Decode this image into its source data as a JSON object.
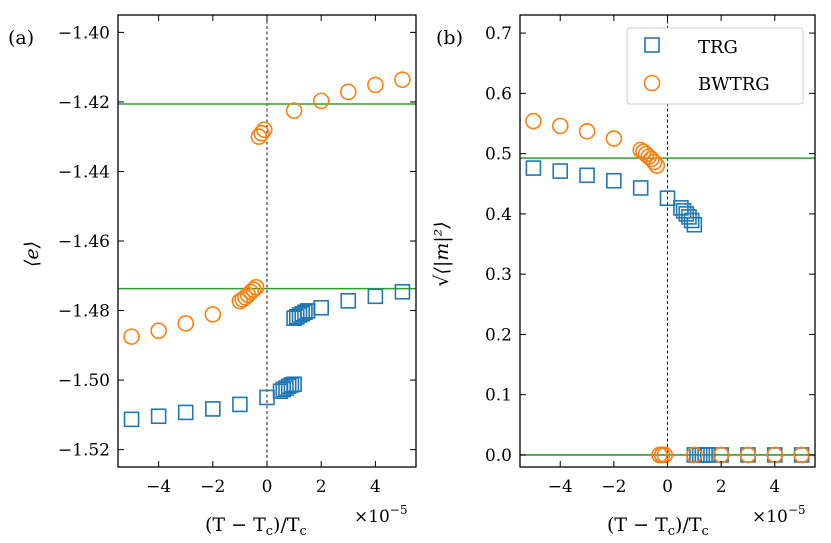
{
  "colors": {
    "trg": "#1f77b4",
    "bwtrg": "#ff7f0e",
    "hline": "#2ca02c",
    "frame": "#000000"
  },
  "legend": {
    "trg_label": "TRG",
    "bwtrg_label": "BWTRG",
    "trg_marker": "square-icon",
    "bwtrg_marker": "circle-icon"
  },
  "chart_data": [
    {
      "panel_label": "(a)",
      "type": "scatter",
      "xlabel": "(T − T_c)/T_c",
      "xlabel_display": "(T − T",
      "xlabel_sub": "c",
      "xlabel_tail": ")/T",
      "xlabel_tail_sub": "c",
      "x_multiplier": "×10",
      "x_multiplier_exp": "−5",
      "ylabel": "⟨e⟩",
      "xlim": [
        -5.5,
        5.5
      ],
      "ylim": [
        -1.525,
        -1.395
      ],
      "xticks": [
        -4,
        -2,
        0,
        2,
        4
      ],
      "xtick_labels": [
        "−4",
        "−2",
        "0",
        "2",
        "4"
      ],
      "yticks": [
        -1.4,
        -1.42,
        -1.44,
        -1.46,
        -1.48,
        -1.5,
        -1.52
      ],
      "ytick_labels": [
        "−1.40",
        "−1.42",
        "−1.44",
        "−1.46",
        "−1.48",
        "−1.50",
        "−1.52"
      ],
      "vline_x": 0,
      "hlines": [
        -1.4206,
        -1.4737
      ],
      "series": [
        {
          "name": "TRG",
          "marker": "square",
          "x": [
            -5,
            -4,
            -3,
            -2,
            -1,
            0,
            0.5,
            0.6,
            0.7,
            0.8,
            0.9,
            1.0,
            1.0,
            1.1,
            1.2,
            1.3,
            1.4,
            1.5,
            2,
            3,
            4,
            5
          ],
          "y": [
            -1.5113,
            -1.5104,
            -1.5093,
            -1.5083,
            -1.507,
            -1.505,
            -1.5032,
            -1.5027,
            -1.5023,
            -1.5018,
            -1.5014,
            -1.5012,
            -1.4822,
            -1.4818,
            -1.4813,
            -1.4809,
            -1.4805,
            -1.4801,
            -1.4792,
            -1.4772,
            -1.4759,
            -1.4746
          ]
        },
        {
          "name": "BWTRG",
          "marker": "circle",
          "x": [
            -5,
            -4,
            -3,
            -2,
            -1,
            -0.9,
            -0.8,
            -0.7,
            -0.6,
            -0.5,
            -0.4,
            -0.3,
            -0.2,
            -0.1,
            1,
            2,
            3,
            4,
            5
          ],
          "y": [
            -1.4875,
            -1.4858,
            -1.4837,
            -1.4811,
            -1.4773,
            -1.4768,
            -1.4762,
            -1.4755,
            -1.4747,
            -1.474,
            -1.4733,
            -1.43,
            -1.429,
            -1.428,
            -1.4225,
            -1.4197,
            -1.4171,
            -1.4151,
            -1.4136
          ]
        }
      ]
    },
    {
      "panel_label": "(b)",
      "type": "scatter",
      "xlabel": "(T − T_c)/T_c",
      "xlabel_display": "(T − T",
      "xlabel_sub": "c",
      "xlabel_tail": ")/T",
      "xlabel_tail_sub": "c",
      "x_multiplier": "×10",
      "x_multiplier_exp": "−5",
      "ylabel": "√⟨|m|²⟩",
      "xlim": [
        -5.5,
        5.5
      ],
      "ylim": [
        -0.02,
        0.73
      ],
      "xticks": [
        -4,
        -2,
        0,
        2,
        4
      ],
      "xtick_labels": [
        "−4",
        "−2",
        "0",
        "2",
        "4"
      ],
      "yticks": [
        0.0,
        0.1,
        0.2,
        0.3,
        0.4,
        0.5,
        0.6,
        0.7
      ],
      "ytick_labels": [
        "0.0",
        "0.1",
        "0.2",
        "0.3",
        "0.4",
        "0.5",
        "0.6",
        "0.7"
      ],
      "vline_x": 0,
      "hlines": [
        0.4925,
        0.0
      ],
      "legend_position": "top-right",
      "series": [
        {
          "name": "TRG",
          "marker": "square",
          "x": [
            -5,
            -4,
            -3,
            -2,
            -1,
            0,
            0.5,
            0.6,
            0.7,
            0.8,
            0.9,
            1.0,
            1.0,
            1.1,
            1.2,
            1.3,
            1.4,
            1.5,
            2,
            3,
            4,
            5
          ],
          "y": [
            0.476,
            0.471,
            0.464,
            0.455,
            0.443,
            0.426,
            0.41,
            0.405,
            0.4,
            0.395,
            0.389,
            0.382,
            0.0,
            0.0,
            0.0,
            0.0,
            0.0,
            0.0,
            0.0,
            0.0,
            0.0,
            0.0
          ]
        },
        {
          "name": "BWTRG",
          "marker": "circle",
          "x": [
            -5,
            -4,
            -3,
            -2,
            -1,
            -0.9,
            -0.8,
            -0.7,
            -0.6,
            -0.5,
            -0.4,
            -0.3,
            -0.2,
            -0.1,
            1,
            2,
            3,
            4,
            5
          ],
          "y": [
            0.554,
            0.546,
            0.537,
            0.525,
            0.506,
            0.503,
            0.499,
            0.495,
            0.491,
            0.486,
            0.48,
            0.0,
            0.0,
            0.0,
            0.0,
            0.0,
            0.0,
            0.0,
            0.0
          ]
        }
      ]
    }
  ]
}
